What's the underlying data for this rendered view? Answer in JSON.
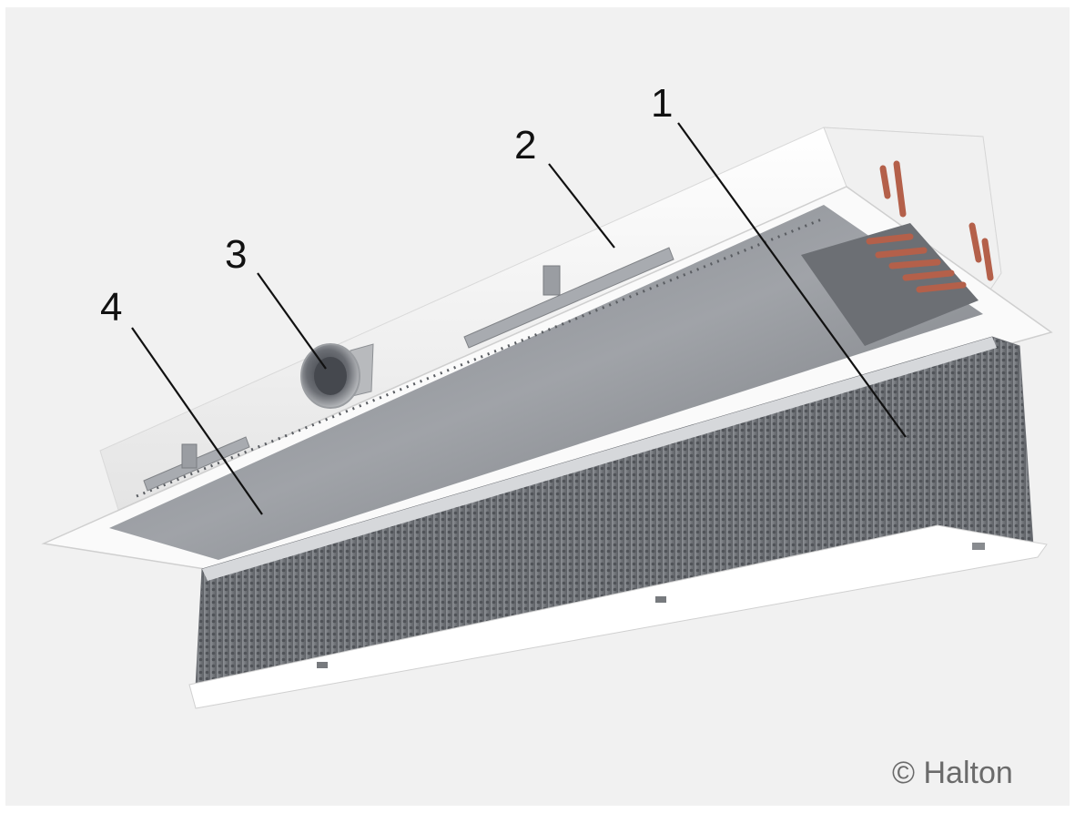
{
  "callouts": {
    "c1": "1",
    "c2": "2",
    "c3": "3",
    "c4": "4"
  },
  "copyright": "© Halton",
  "colors": {
    "background": "#f1f1f1",
    "housing": "#f7f7f7",
    "panel": "#8a8d92",
    "perforated": "#7b7e83",
    "copper_pipes": "#b4604a",
    "leader_lines": "#111111"
  }
}
